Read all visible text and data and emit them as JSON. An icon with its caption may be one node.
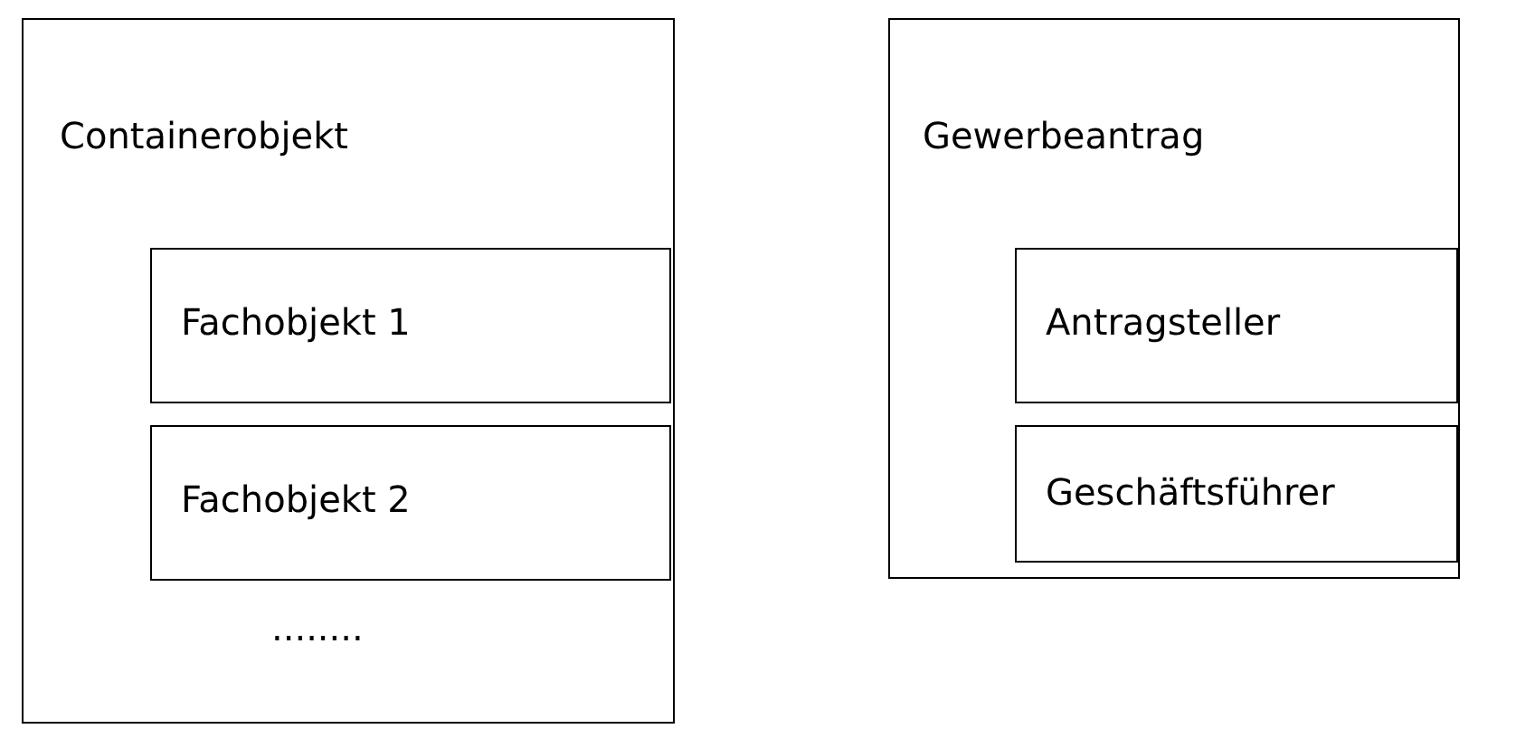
{
  "diagram": {
    "nodes": [
      {
        "text": [
          "Containerobjekt"
        ]
      },
      {
        "text": [
          "Fachobjekt 1"
        ],
        "in": 0
      },
      {
        "text": [
          "Fachobjekt 2"
        ],
        "in": 0
      },
      {
        "text": [
          "Gewerbeantrag"
        ]
      },
      {
        "text": [
          "Antragsteller"
        ],
        "in": 3
      },
      {
        "text": [
          "Geschäftsführer"
        ],
        "in": 3
      }
    ],
    "labels": [
      "........"
    ]
  }
}
